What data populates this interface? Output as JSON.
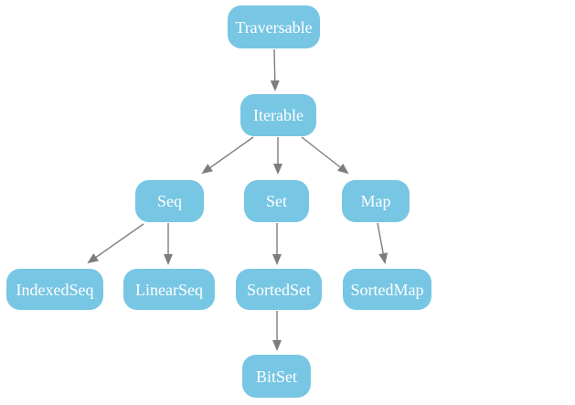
{
  "diagram": {
    "type": "hierarchy",
    "nodes": [
      {
        "id": "traversable",
        "label": "Traversable"
      },
      {
        "id": "iterable",
        "label": "Iterable"
      },
      {
        "id": "seq",
        "label": "Seq"
      },
      {
        "id": "set",
        "label": "Set"
      },
      {
        "id": "map",
        "label": "Map"
      },
      {
        "id": "indexedseq",
        "label": "IndexedSeq"
      },
      {
        "id": "linearseq",
        "label": "LinearSeq"
      },
      {
        "id": "sortedset",
        "label": "SortedSet"
      },
      {
        "id": "sortedmap",
        "label": "SortedMap"
      },
      {
        "id": "bitset",
        "label": "BitSet"
      }
    ],
    "edges": [
      {
        "from": "Traversable",
        "to": "Iterable"
      },
      {
        "from": "Iterable",
        "to": "Seq"
      },
      {
        "from": "Iterable",
        "to": "Set"
      },
      {
        "from": "Iterable",
        "to": "Map"
      },
      {
        "from": "Seq",
        "to": "IndexedSeq"
      },
      {
        "from": "Seq",
        "to": "LinearSeq"
      },
      {
        "from": "Set",
        "to": "SortedSet"
      },
      {
        "from": "Map",
        "to": "SortedMap"
      },
      {
        "from": "SortedSet",
        "to": "BitSet"
      }
    ],
    "colors": {
      "node_fill": "#77C6E4",
      "node_text": "#FFFFFF",
      "arrow": "#7D7D7D",
      "background": "#FFFFFF"
    }
  }
}
